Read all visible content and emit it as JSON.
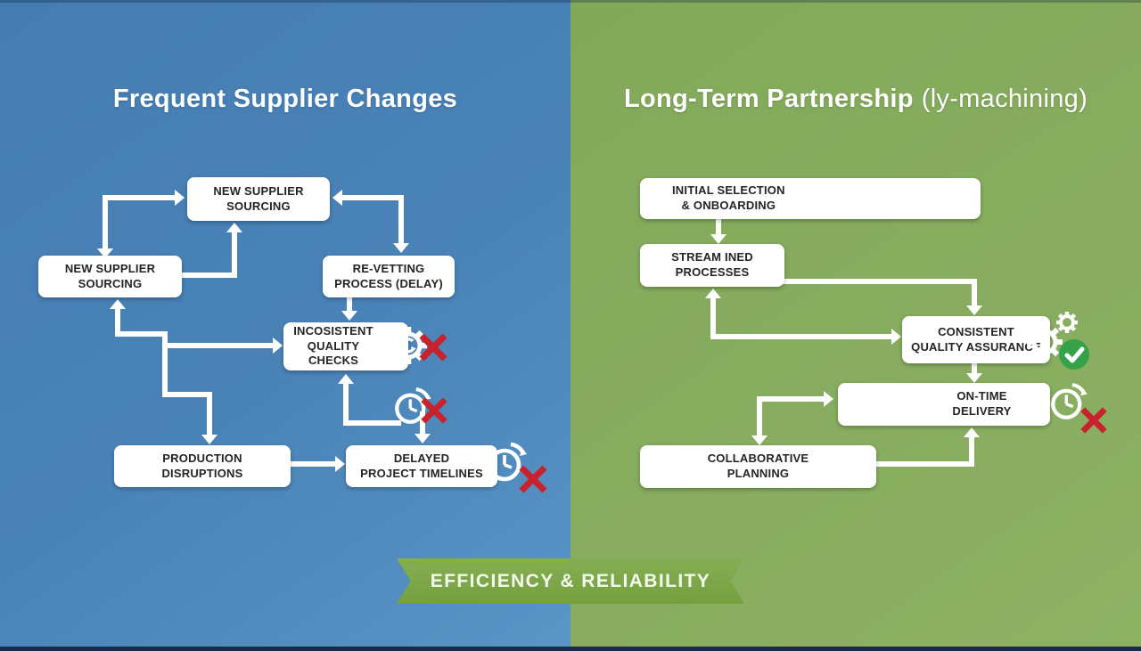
{
  "left": {
    "title": "Frequent Supplier Changes",
    "boxes": {
      "sourcing_top": "NEW SUPPLIER\nSOURCING",
      "sourcing_left": "NEW SUPPLIER\nSOURCING",
      "revetting": "RE-VETTING\nPROCESS (DELAY)",
      "quality_checks": "INCOSISTENT\nQUALITY\nCHECKS",
      "production": "PRODUCTION\nDISRUPTIONS",
      "delayed": "DELAYED\nPROJECT TIMELINES"
    }
  },
  "right": {
    "title": "Long-Term Partnership",
    "title_suffix": "(ly-machining)",
    "boxes": {
      "initial": "INITIAL SELECTION\n& ONBOARDING",
      "streamlined": "STREAM INED\nPROCESSES",
      "consistent": "CONSISTENT\nQUALITY ASSURANCE",
      "on_time": "ON-TIME\nDELIVERY",
      "collaborative": "COLLABORATIVE\nPLANNING"
    }
  },
  "banner": {
    "label": "EFFICIENCY & RELIABILITY"
  },
  "colors": {
    "left_background_blue": "#4a82b6",
    "right_background_green": "#86ab5e",
    "box_white": "#ffffff",
    "error_red": "#c8232c",
    "success_green": "#35a148",
    "banner_green": "#7da947"
  }
}
